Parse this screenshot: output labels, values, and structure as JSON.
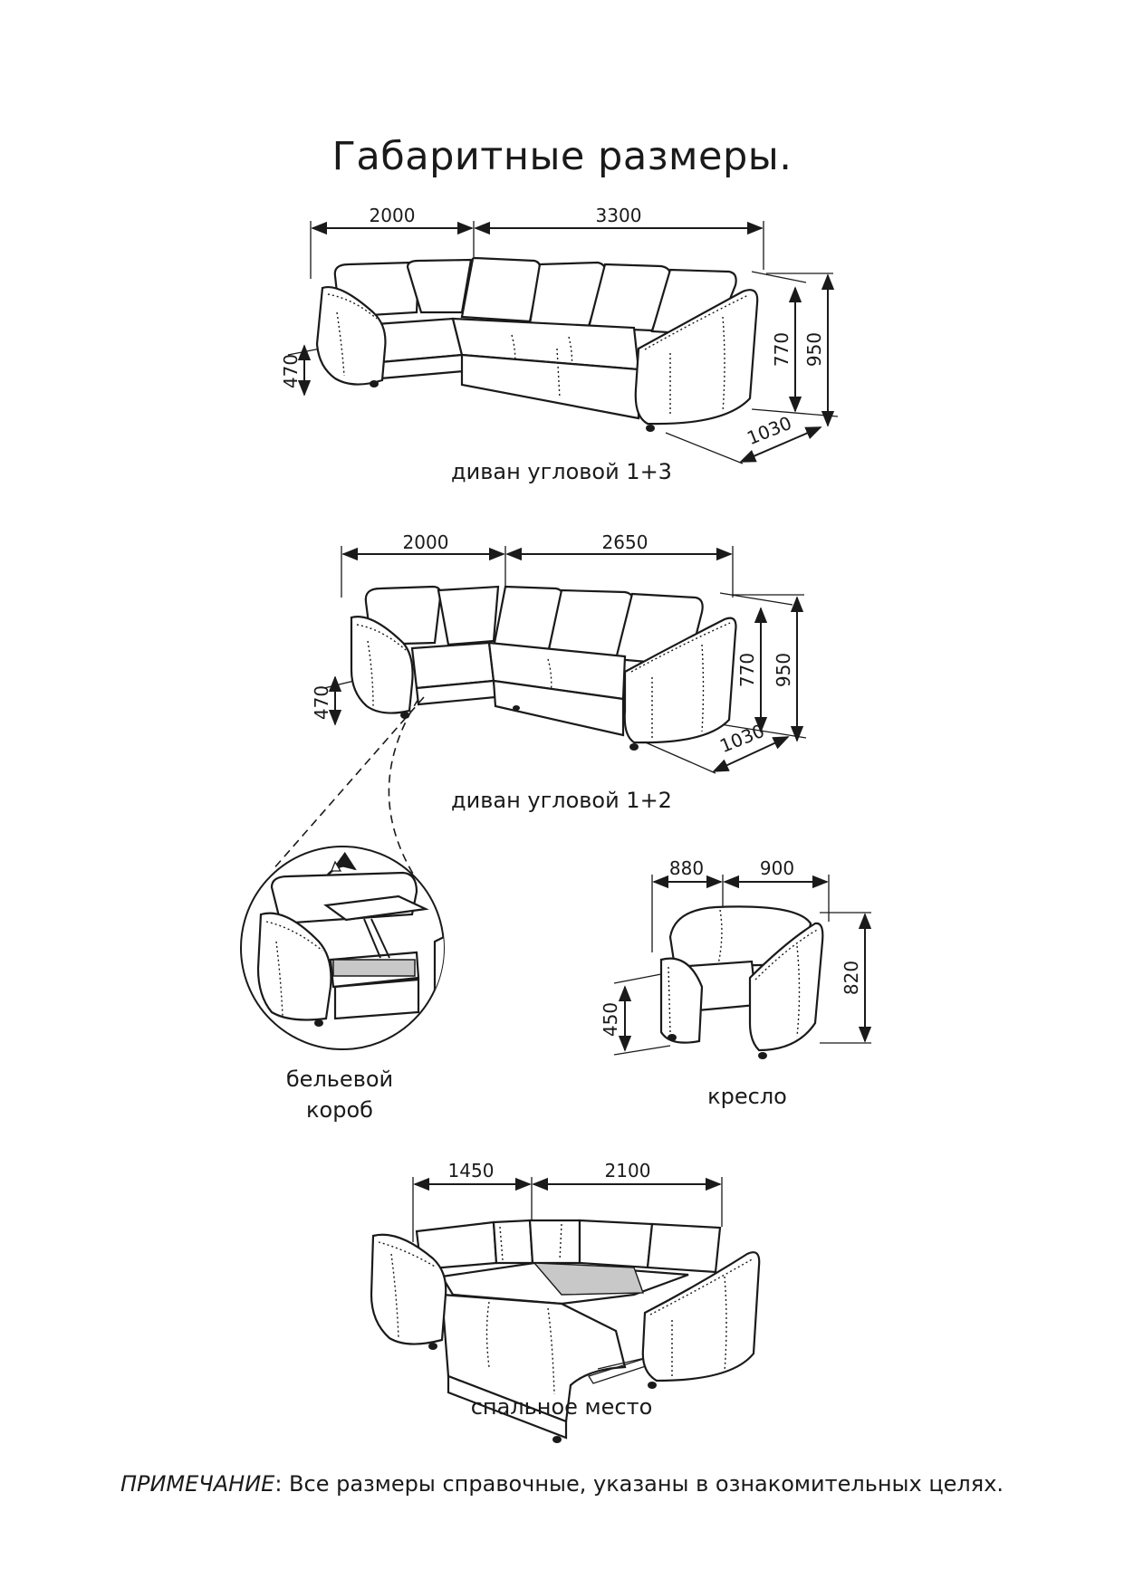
{
  "title": "Габаритные размеры.",
  "items": [
    {
      "caption": "диван угловой 1+3",
      "dims": {
        "left_width": "2000",
        "right_width": "3300",
        "seat_height": "470",
        "back_height": "770",
        "total_height": "950",
        "depth": "1030"
      }
    },
    {
      "caption": "диван угловой 1+2",
      "dims": {
        "left_width": "2000",
        "right_width": "2650",
        "seat_height": "470",
        "back_height": "770",
        "total_height": "950",
        "depth": "1030"
      }
    },
    {
      "caption_line1": "бельевой",
      "caption_line2": "короб"
    },
    {
      "caption": "кресло",
      "dims": {
        "width": "880",
        "depth": "900",
        "seat_height": "450",
        "total_height": "820"
      }
    },
    {
      "caption": "спальное место",
      "dims": {
        "left_width": "1450",
        "right_width": "2100"
      }
    }
  ],
  "note": {
    "label": "ПРИМЕЧАНИЕ",
    "text": ": Все размеры справочные, указаны в ознакомительных целях."
  },
  "icons": [
    "arrow-flip-icon"
  ]
}
